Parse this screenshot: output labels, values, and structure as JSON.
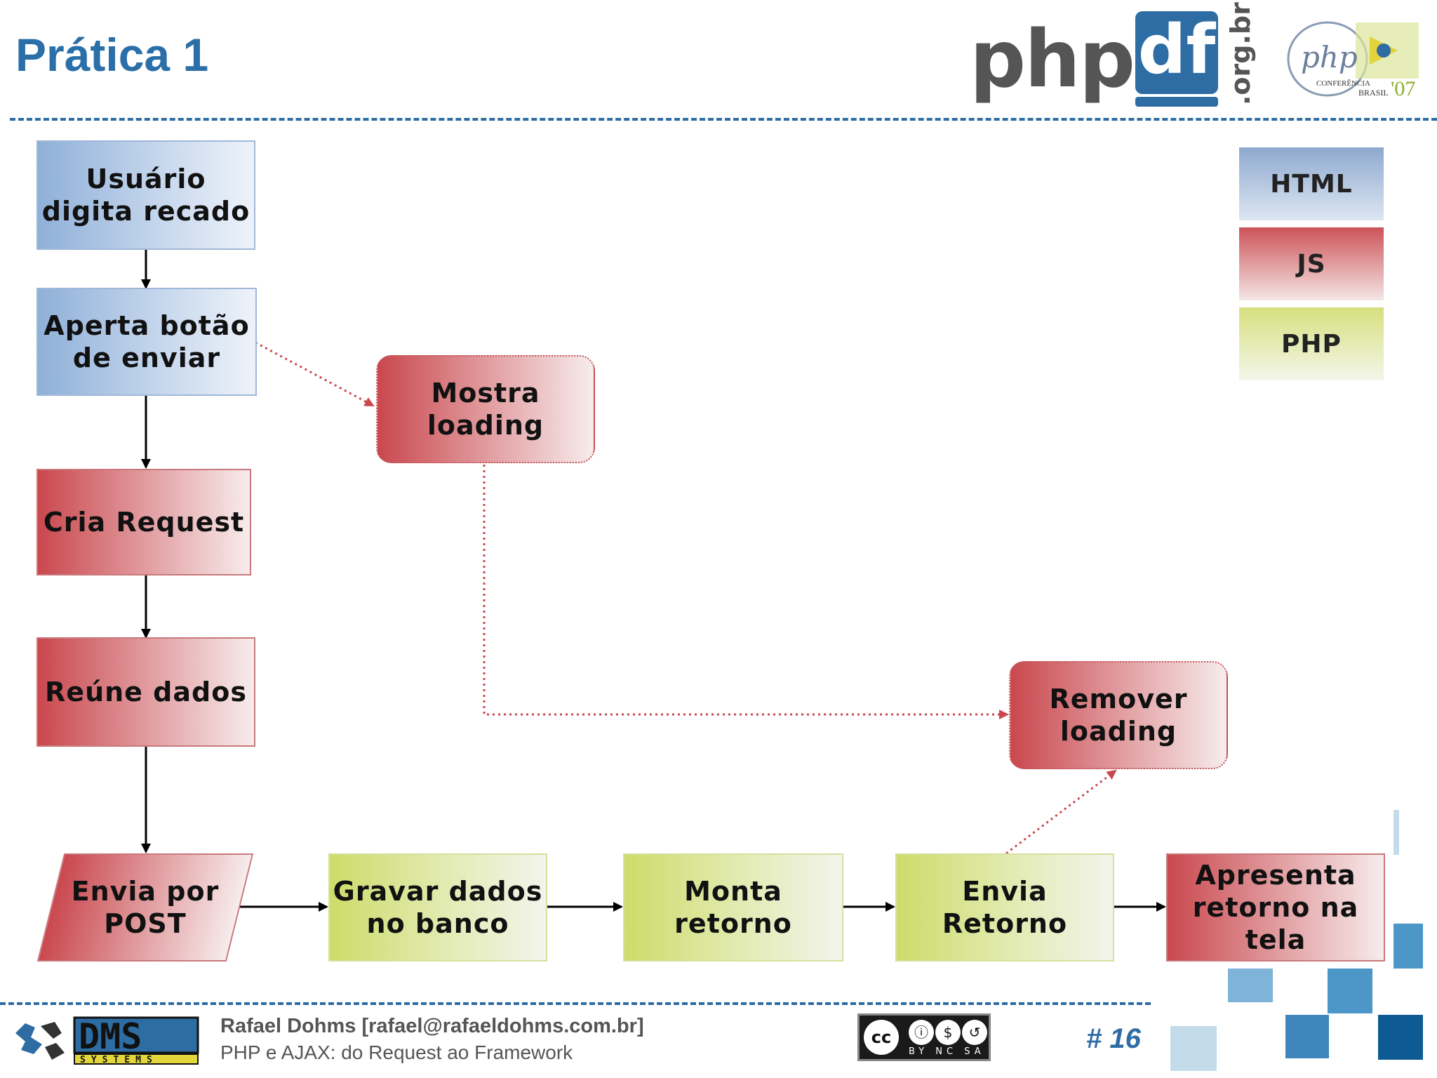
{
  "slide": {
    "title": "Prática 1",
    "page_number": "# 16"
  },
  "logos": {
    "php": "php",
    "df": "df",
    "orgbr": ".org.br",
    "conference_php": "php",
    "conference_text1": "CONFERÊNCIA",
    "conference_text2": "BRASIL",
    "conference_year": "'07",
    "dms_text": "DMS",
    "dms_sub": "SYSTEMS",
    "cc": "cc",
    "cc_labels": "BY NC SA"
  },
  "legend": {
    "html": "HTML",
    "js": "JS",
    "php": "PHP"
  },
  "nodes": {
    "usuario": "Usuário digita recado",
    "aperta": "Aperta botão de enviar",
    "mostra": "Mostra loading",
    "cria": "Cria Request",
    "reune": "Reúne dados",
    "envia_post": "Envia por POST",
    "gravar": "Gravar dados no banco",
    "monta": "Monta retorno",
    "envia_retorno": "Envia Retorno",
    "remover": "Remover loading",
    "apresenta": "Apresenta retorno na tela"
  },
  "footer": {
    "author": "Rafael Dohms [rafael@rafaeldohms.com.br]",
    "subtitle": "PHP e AJAX: do Request ao Framework"
  },
  "colors": {
    "accent_blue": "#2e6da4",
    "html_blue": "#8fb0d8",
    "js_red": "#c9484e",
    "php_green": "#cddc6a"
  }
}
